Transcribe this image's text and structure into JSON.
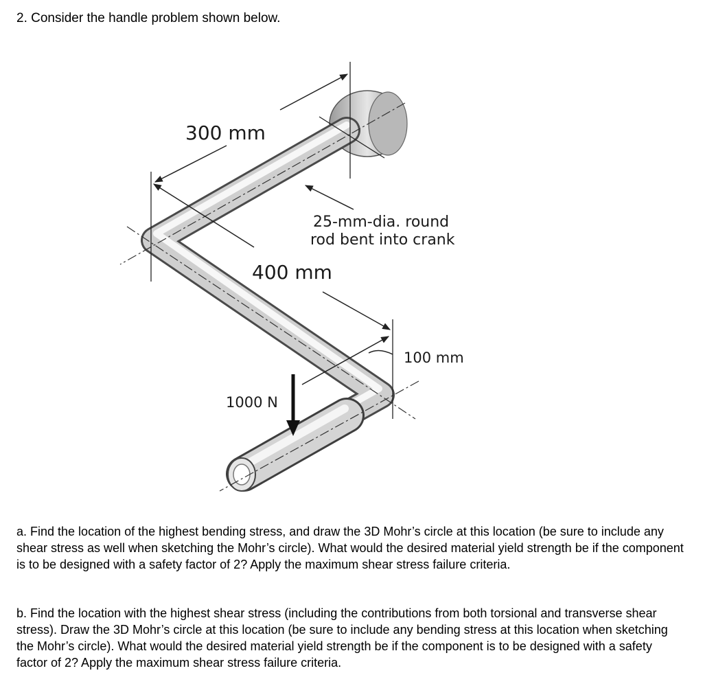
{
  "question": {
    "text": "2. Consider the handle problem shown below."
  },
  "figure": {
    "label_300": "300 mm",
    "label_rod_1": "25-mm-dia. round",
    "label_rod_2": "rod bent into crank",
    "label_400": "400 mm",
    "label_100": "100 mm",
    "label_force": "1000 N"
  },
  "parts": {
    "a": "a. Find the location of the highest bending stress, and draw the 3D Mohr’s circle at this location (be sure to include any shear stress as well when sketching the Mohr’s circle).  What would the desired material yield strength be if the component is to be designed with a safety factor of 2?  Apply the maximum shear stress failure criteria.",
    "b": "b. Find the location with the highest shear stress (including the contributions from both torsional and transverse shear stress).  Draw the 3D Mohr’s circle at this location (be sure to include any bending stress at this location when sketching the Mohr’s circle).  What would the desired material yield strength be if the component is to be designed with a safety factor of 2? Apply the maximum shear stress failure criteria."
  }
}
